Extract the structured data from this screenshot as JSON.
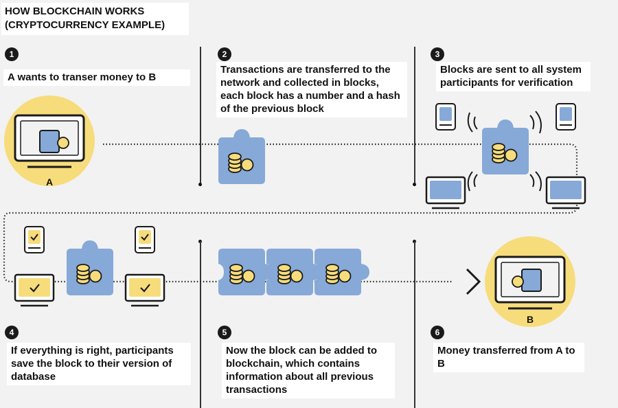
{
  "title": {
    "line1": "HOW BLOCKCHAIN WORKS",
    "line2": "(CRYPTOCURRENCY EXAMPLE)"
  },
  "steps": [
    {
      "number": "1",
      "text": "A wants to transer money to B"
    },
    {
      "number": "2",
      "text": "Transactions are transferred to the network and collected in blocks, each block has a number and a hash of the previous block"
    },
    {
      "number": "3",
      "text": "Blocks are sent to all system participants for verification"
    },
    {
      "number": "4",
      "text": "If everything is right, participants save the block to their version of database"
    },
    {
      "number": "5",
      "text": "Now the block can be added to blockchain, which contains information about all previous transactions"
    },
    {
      "number": "6",
      "text": "Money transferred from A to B"
    }
  ],
  "labels": {
    "sender": "A",
    "receiver": "B"
  },
  "colors": {
    "background": "#f2f2f2",
    "yellow": "#f7dc7c",
    "blue": "#86a9d8",
    "dark": "#1a1a1a"
  },
  "icons": [
    "wallet-icon",
    "coin-stack-icon",
    "puzzle-block-icon",
    "phone-icon",
    "monitor-icon",
    "checkmark-icon",
    "signal-waves-icon",
    "arrow-right-icon"
  ]
}
